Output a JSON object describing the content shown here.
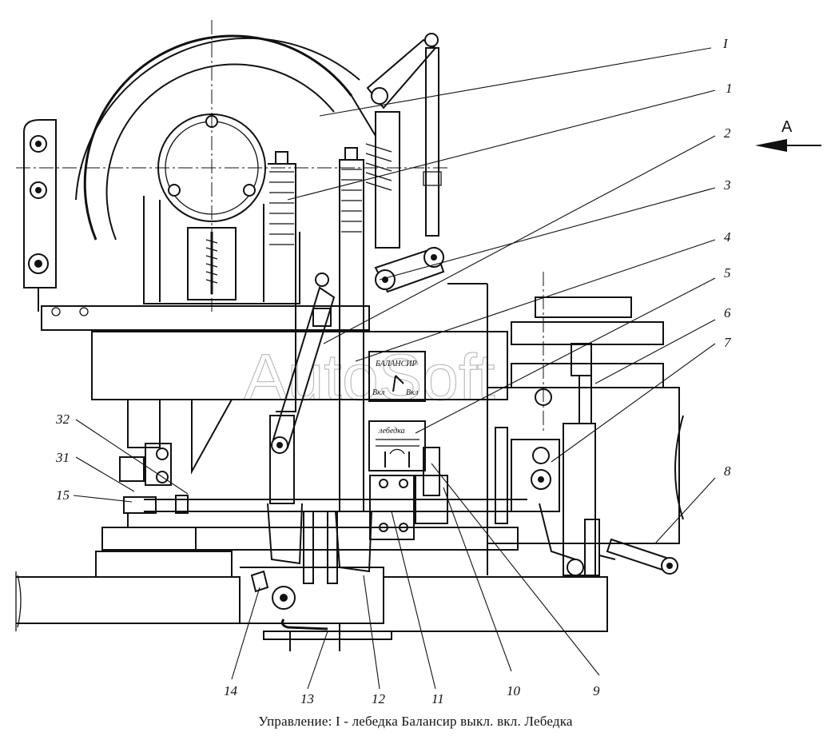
{
  "caption": "Управление: I - лебедка  Балансир выкл. вкл. Лебедка",
  "watermark": "AutoSoft",
  "view_arrow_label": "А",
  "plates": {
    "balancer_title": "БАЛАНСИР",
    "balancer_off": "Вкл",
    "balancer_on": "Вкл",
    "winch_title": "лебедка"
  },
  "callouts": {
    "c_I": "I",
    "c_1": "1",
    "c_2": "2",
    "c_3": "3",
    "c_4": "4",
    "c_5": "5",
    "c_6": "6",
    "c_7": "7",
    "c_8": "8",
    "c_9": "9",
    "c_10": "10",
    "c_11": "11",
    "c_12": "12",
    "c_13": "13",
    "c_14": "14",
    "c_15": "15",
    "c_31": "31",
    "c_32": "32"
  }
}
